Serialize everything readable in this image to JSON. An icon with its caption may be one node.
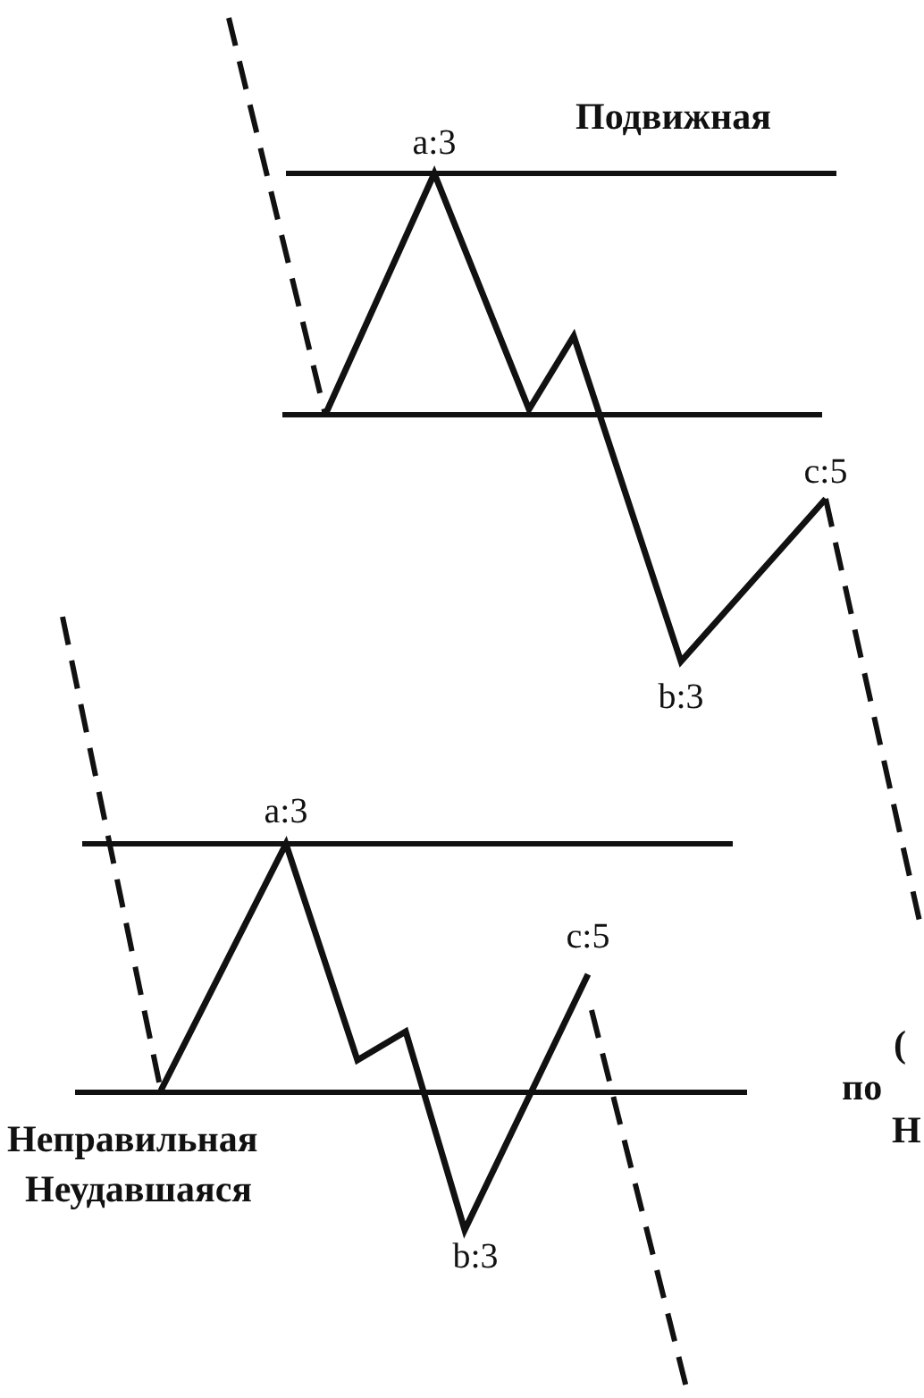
{
  "diagram": {
    "labels": [
      "Подвижная",
      "a:3",
      "c:5",
      "b:3",
      "a:3",
      "c:5",
      "(",
      "Неправильная",
      "по",
      "Неудавшаяся",
      "Н",
      "b:3"
    ]
  }
}
